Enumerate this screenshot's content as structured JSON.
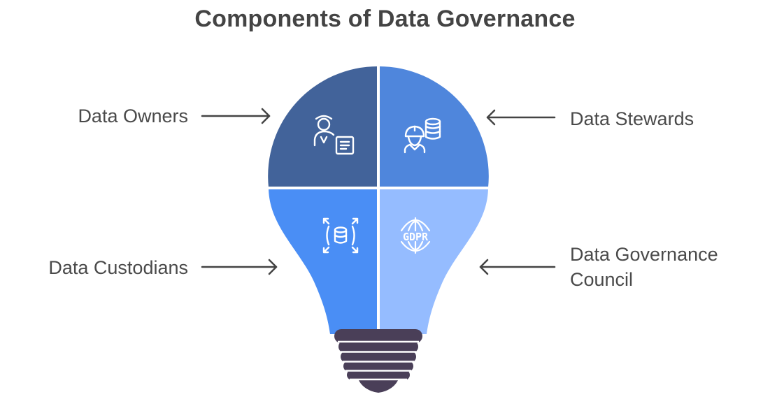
{
  "title": "Components of Data Governance",
  "components": [
    {
      "id": "owners",
      "label": "Data Owners",
      "icon": "owner-document-icon",
      "color": "#42639a"
    },
    {
      "id": "stewards",
      "label": "Data Stewards",
      "icon": "engineer-database-icon",
      "color": "#4f86dc"
    },
    {
      "id": "custodians",
      "label": "Data Custodians",
      "icon": "database-expand-icon",
      "color": "#4a8ef5"
    },
    {
      "id": "council",
      "label_line1": "Data Governance",
      "label_line2": "Council",
      "icon": "gdpr-globe-icon",
      "icon_text": "GDPR",
      "color": "#95bcff"
    }
  ],
  "base_color": "#4a3f58",
  "arrow_color": "#444444"
}
